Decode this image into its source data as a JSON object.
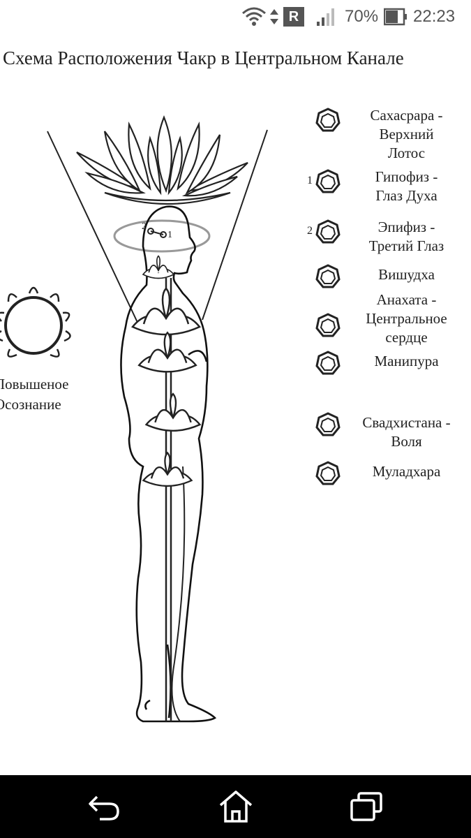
{
  "status_bar": {
    "battery_percent": "70%",
    "time": "22:23",
    "roaming_letter": "R",
    "icons": [
      "wifi-icon",
      "data-arrows-icon",
      "roaming-icon",
      "signal-icon",
      "battery-icon"
    ]
  },
  "image": {
    "title": "Схема Расположения Чакр в Центральном Канале",
    "side_label": [
      "Повышеное",
      "Осознание"
    ],
    "head_marks": [
      "2",
      "1"
    ],
    "legend": [
      {
        "num": "",
        "lines": [
          "Сахасрара -",
          "Верхний",
          "Лотос"
        ]
      },
      {
        "num": "1",
        "lines": [
          "Гипофиз -",
          "Глаз Духа"
        ]
      },
      {
        "num": "2",
        "lines": [
          "Эпифиз -",
          "Третий Глаз"
        ]
      },
      {
        "num": "",
        "lines": [
          "Вишудха"
        ]
      },
      {
        "num": "",
        "lines": [
          "Анахата -",
          "Центральное",
          "сердце"
        ]
      },
      {
        "num": "",
        "lines": [
          "Манипура"
        ]
      },
      {
        "num": "",
        "lines": [
          "Свадхистана -",
          "Воля"
        ]
      },
      {
        "num": "",
        "lines": [
          "Муладхара"
        ]
      }
    ]
  },
  "nav_bar": {
    "buttons": [
      "back-icon",
      "home-icon",
      "recents-icon"
    ]
  }
}
